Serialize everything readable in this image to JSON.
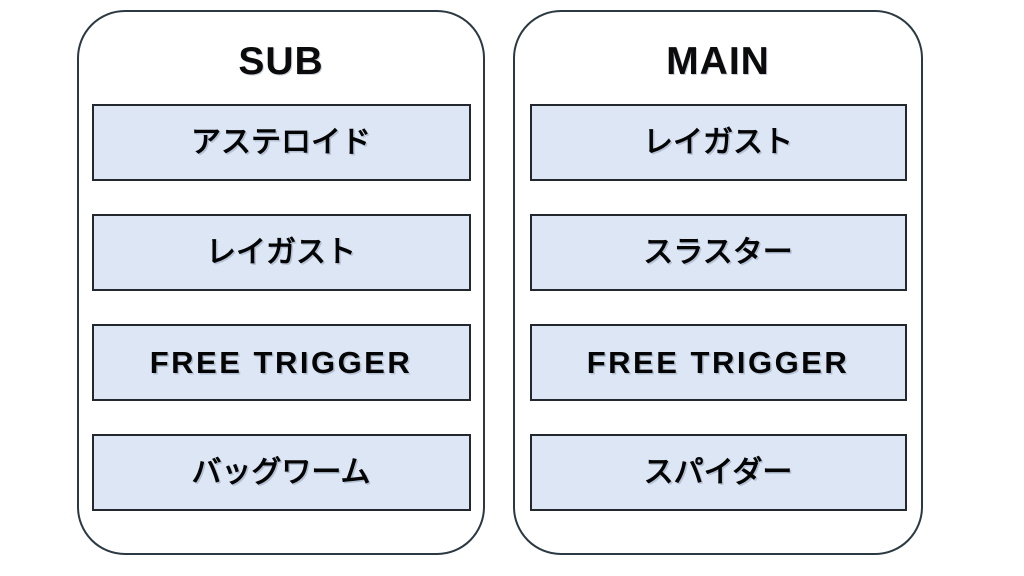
{
  "diagram": {
    "background_color": "#ffffff",
    "panel_border_color": "#2b3a42",
    "item_fill_color": "#dce6f5",
    "item_border_color": "#23282e",
    "text_color": "#050505",
    "columns": [
      {
        "id": "sub",
        "title": "SUB",
        "items": [
          {
            "label": "アステロイド",
            "script": "jp"
          },
          {
            "label": "レイガスト",
            "script": "jp"
          },
          {
            "label": "FREE TRIGGER",
            "script": "latin"
          },
          {
            "label": "バッグワーム",
            "script": "jp"
          }
        ]
      },
      {
        "id": "main",
        "title": "MAIN",
        "items": [
          {
            "label": "レイガスト",
            "script": "jp"
          },
          {
            "label": "スラスター",
            "script": "jp"
          },
          {
            "label": "FREE TRIGGER",
            "script": "latin"
          },
          {
            "label": "スパイダー",
            "script": "jp"
          }
        ]
      }
    ]
  }
}
